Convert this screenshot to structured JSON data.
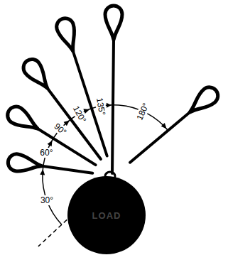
{
  "diagram": {
    "nodes": [
      {
        "text": [
          "LOAD"
        ]
      }
    ],
    "labels": [
      "30°",
      "60°",
      "90°",
      "120°",
      "135°",
      "180°"
    ]
  }
}
